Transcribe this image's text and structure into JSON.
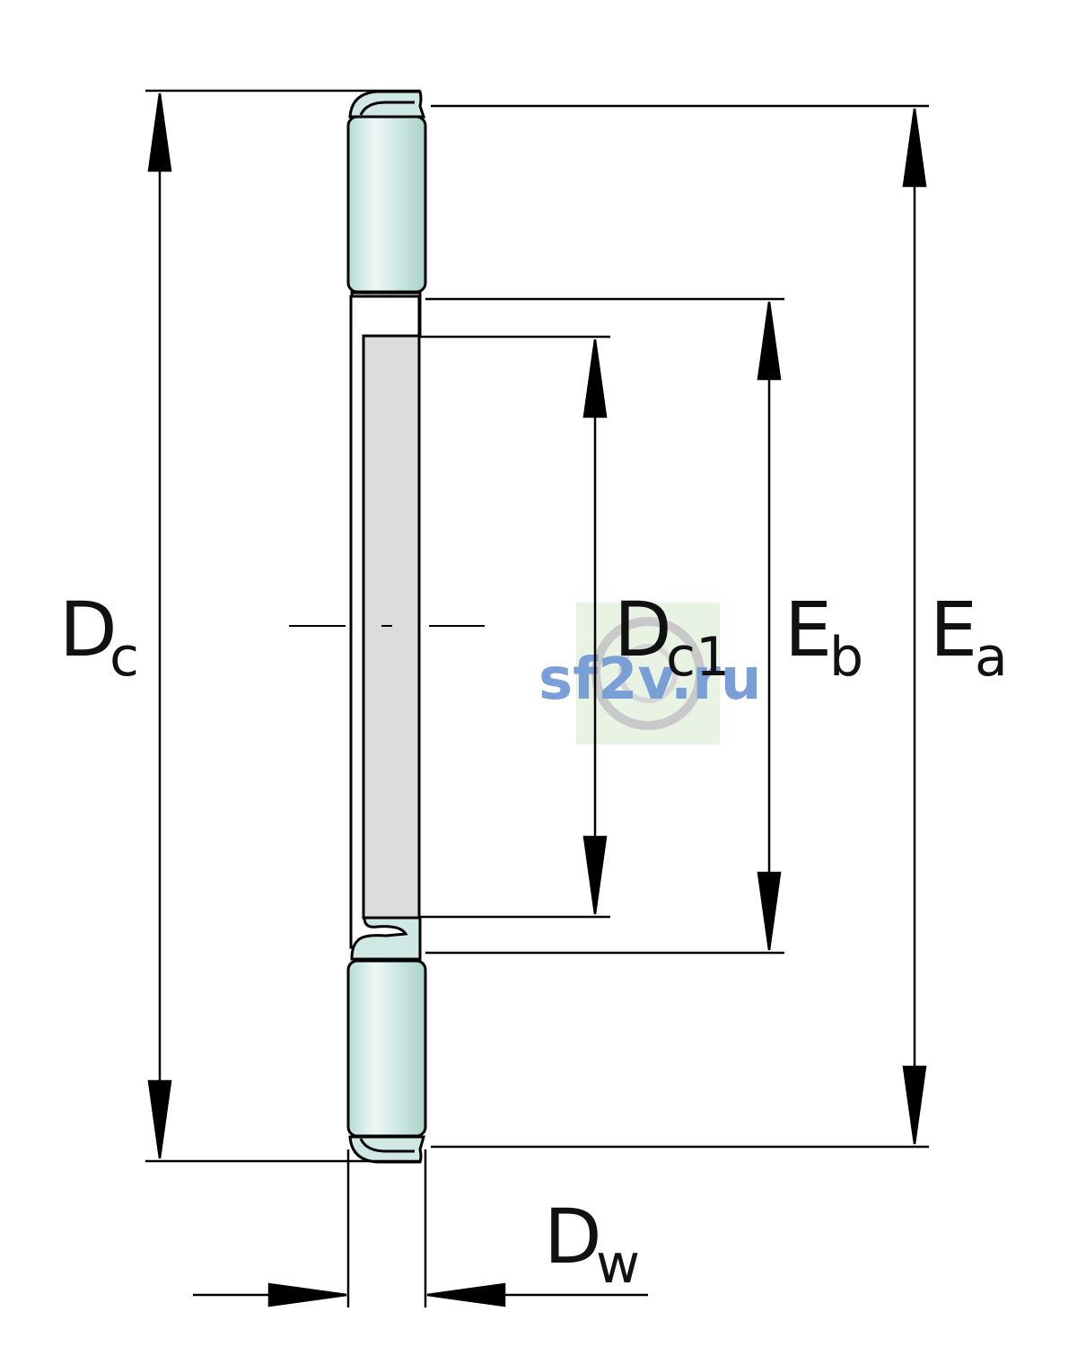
{
  "labels": {
    "dc": {
      "main": "D",
      "sub": "c"
    },
    "dc1": {
      "main": "D",
      "sub": "c1"
    },
    "eb": {
      "main": "E",
      "sub": "b"
    },
    "ea": {
      "main": "E",
      "sub": "a"
    },
    "dw": {
      "main": "D",
      "sub": "w"
    }
  },
  "watermark": {
    "text": "sf2v.ru"
  },
  "colors": {
    "line": "#000000",
    "roller": "#cfe8e3",
    "roller_highlight": "#eef8f6",
    "cage": "#dcdcdc",
    "watermark_text": "#7a9fd6",
    "watermark_bg": "#e8f3e4"
  }
}
